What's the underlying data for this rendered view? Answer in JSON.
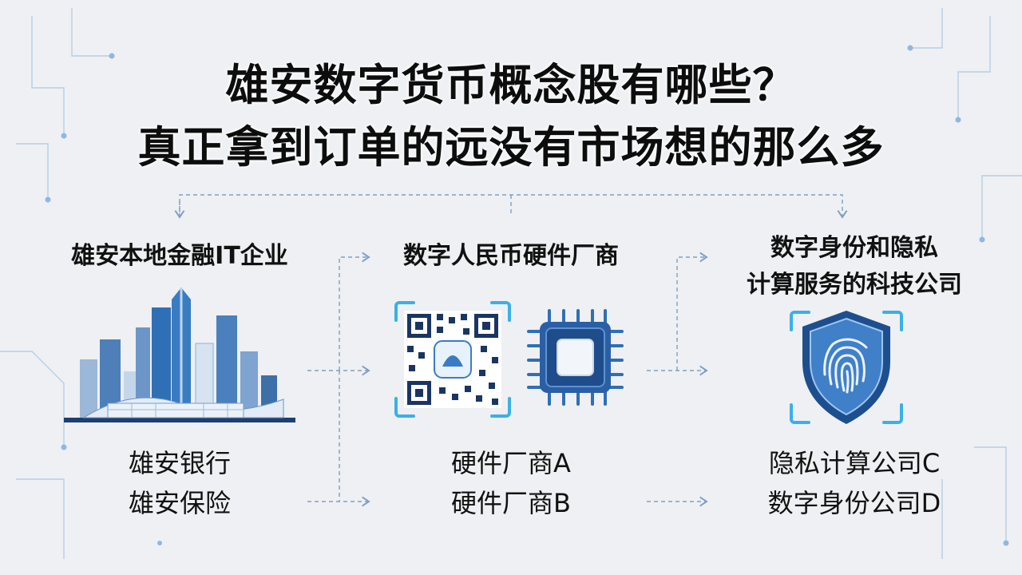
{
  "title": {
    "line1": "雄安数字货币概念股有哪些？",
    "line2": "真正拿到订单的远没有市场想的那么多"
  },
  "columns": [
    {
      "heading": "雄安本地金融IT企业",
      "items": [
        "雄安银行",
        "雄安保险"
      ],
      "illustration_icon": "city-skyline-icon"
    },
    {
      "heading": "数字人民币硬件厂商",
      "items": [
        "硬件厂商A",
        "硬件厂商B"
      ],
      "illustration_icon": "qr-code-and-chip-icon"
    },
    {
      "heading_line1": "数字身份和隐私",
      "heading_line2": "计算服务的科技公司",
      "items": [
        "隐私计算公司C",
        "数字身份公司D"
      ],
      "illustration_icon": "fingerprint-shield-icon"
    }
  ],
  "colors": {
    "accent_blue": "#2f6fb5",
    "dark_blue": "#1d4f8f",
    "light_blue": "#8fb7e3",
    "cyan": "#3ab0e8",
    "background": "#eef0f3"
  }
}
